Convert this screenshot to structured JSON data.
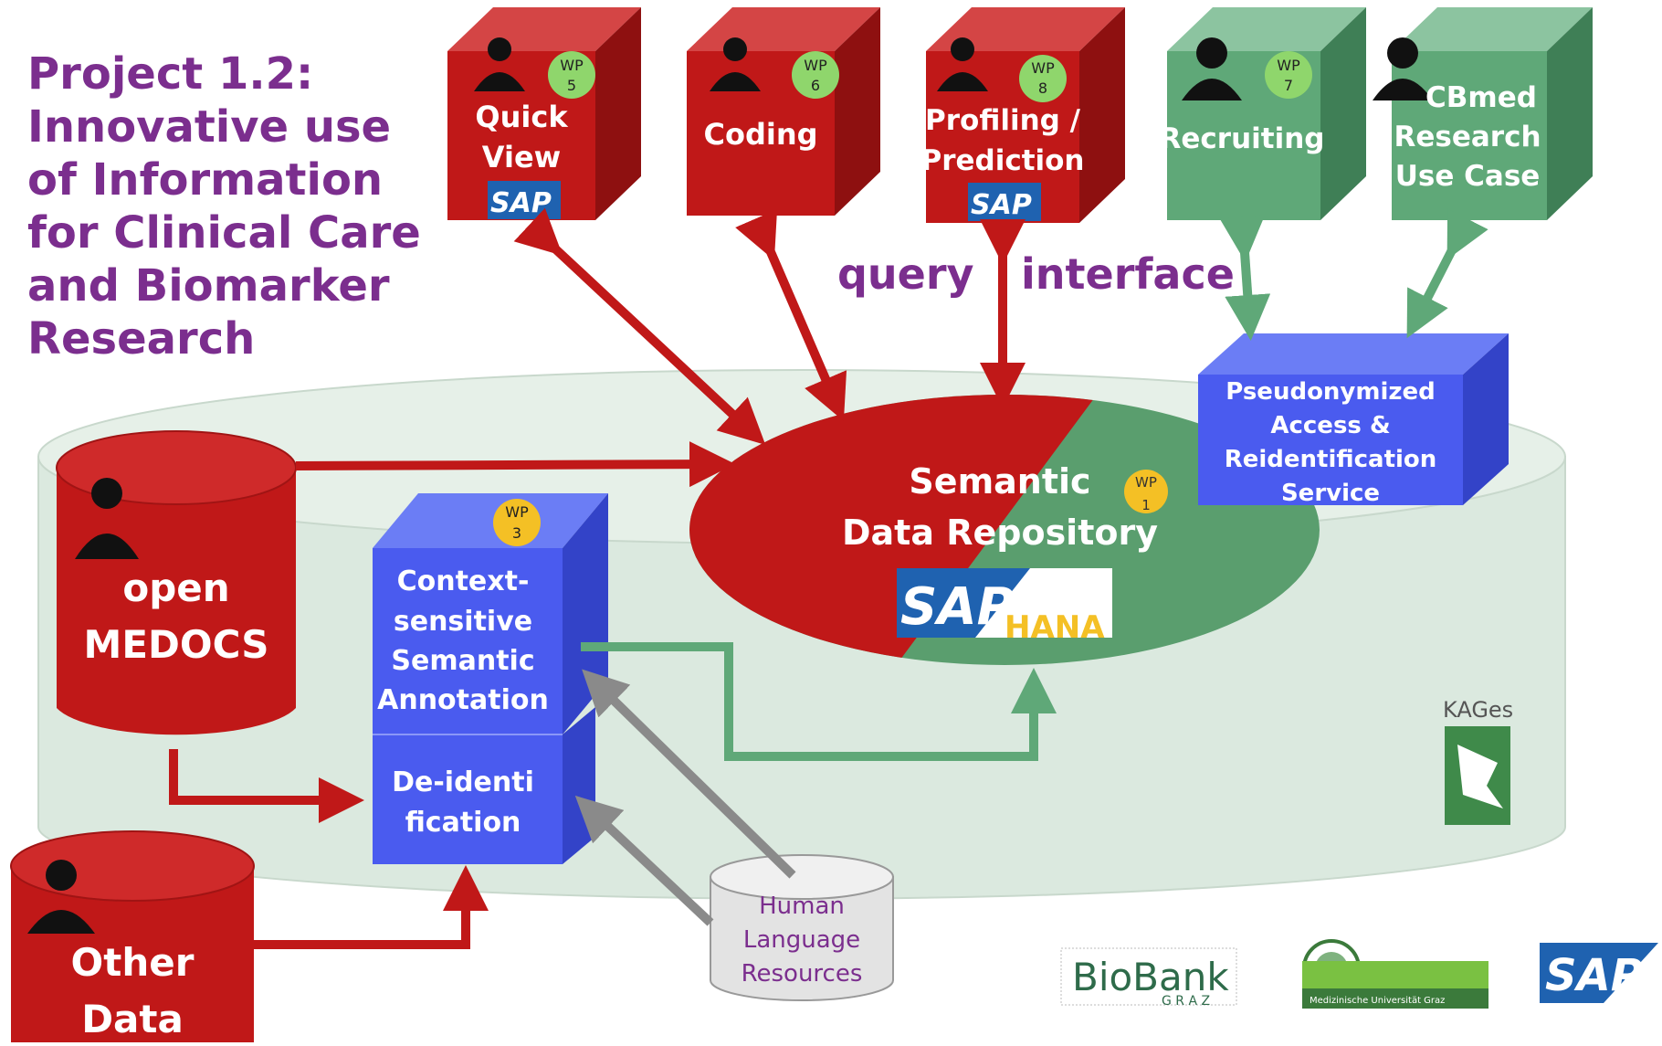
{
  "title": {
    "lines": [
      "Project 1.2:",
      "Innovative use",
      "of Information",
      "for Clinical Care",
      "and Biomarker",
      "Research"
    ]
  },
  "top_boxes": [
    {
      "lines": [
        "Quick",
        "View"
      ],
      "wp": [
        "WP",
        "5"
      ],
      "logo": "SAP",
      "color": "red"
    },
    {
      "lines": [
        "Coding"
      ],
      "wp": [
        "WP",
        "6"
      ],
      "color": "red"
    },
    {
      "lines": [
        "Profiling /",
        "Prediction"
      ],
      "wp": [
        "WP",
        "8"
      ],
      "logo": "SAP",
      "color": "red"
    },
    {
      "lines": [
        "Recruiting"
      ],
      "wp": [
        "WP",
        "7"
      ],
      "color": "green"
    },
    {
      "lines": [
        "CBmed",
        "Research",
        "Use Case"
      ],
      "color": "green"
    }
  ],
  "query_label": "query",
  "interface_label": "interface",
  "repository": {
    "lines": [
      "Semantic",
      "Data Repository"
    ],
    "wp": [
      "WP",
      "1"
    ],
    "logo_sap": "SAP",
    "logo_hana": "HANA"
  },
  "pseudo_box": {
    "lines": [
      "Pseudonymized",
      "Access &",
      "Reidentification",
      "Service"
    ]
  },
  "annotation_box": {
    "lines": [
      "Context-",
      "sensitive",
      "Semantic",
      "Annotation"
    ],
    "wp": [
      "WP",
      "3"
    ]
  },
  "deid_box": {
    "lines": [
      "De-identi",
      "fication"
    ]
  },
  "open_medocs": {
    "lines": [
      "open",
      "MEDOCS"
    ]
  },
  "other_data": {
    "lines": [
      "Other",
      "Data"
    ]
  },
  "hlr": {
    "lines": [
      "Human",
      "Language",
      "Resources"
    ]
  },
  "kages": "KAGes",
  "footer_logos": {
    "biobank_main": "BioBank",
    "biobank_sub": "G R A Z",
    "meduni": "Medizinische Universität Graz",
    "sap": "SAP"
  },
  "colors": {
    "red": "#c01818",
    "red_dark": "#8e1010",
    "green": "#5fa878",
    "green_dark": "#3f7f56",
    "blue": "#4a5bef",
    "blue_dark": "#3343c8",
    "purple": "#7b2e8e",
    "wp_yellow": "#f4c025",
    "wp_green": "#8fd66c"
  }
}
